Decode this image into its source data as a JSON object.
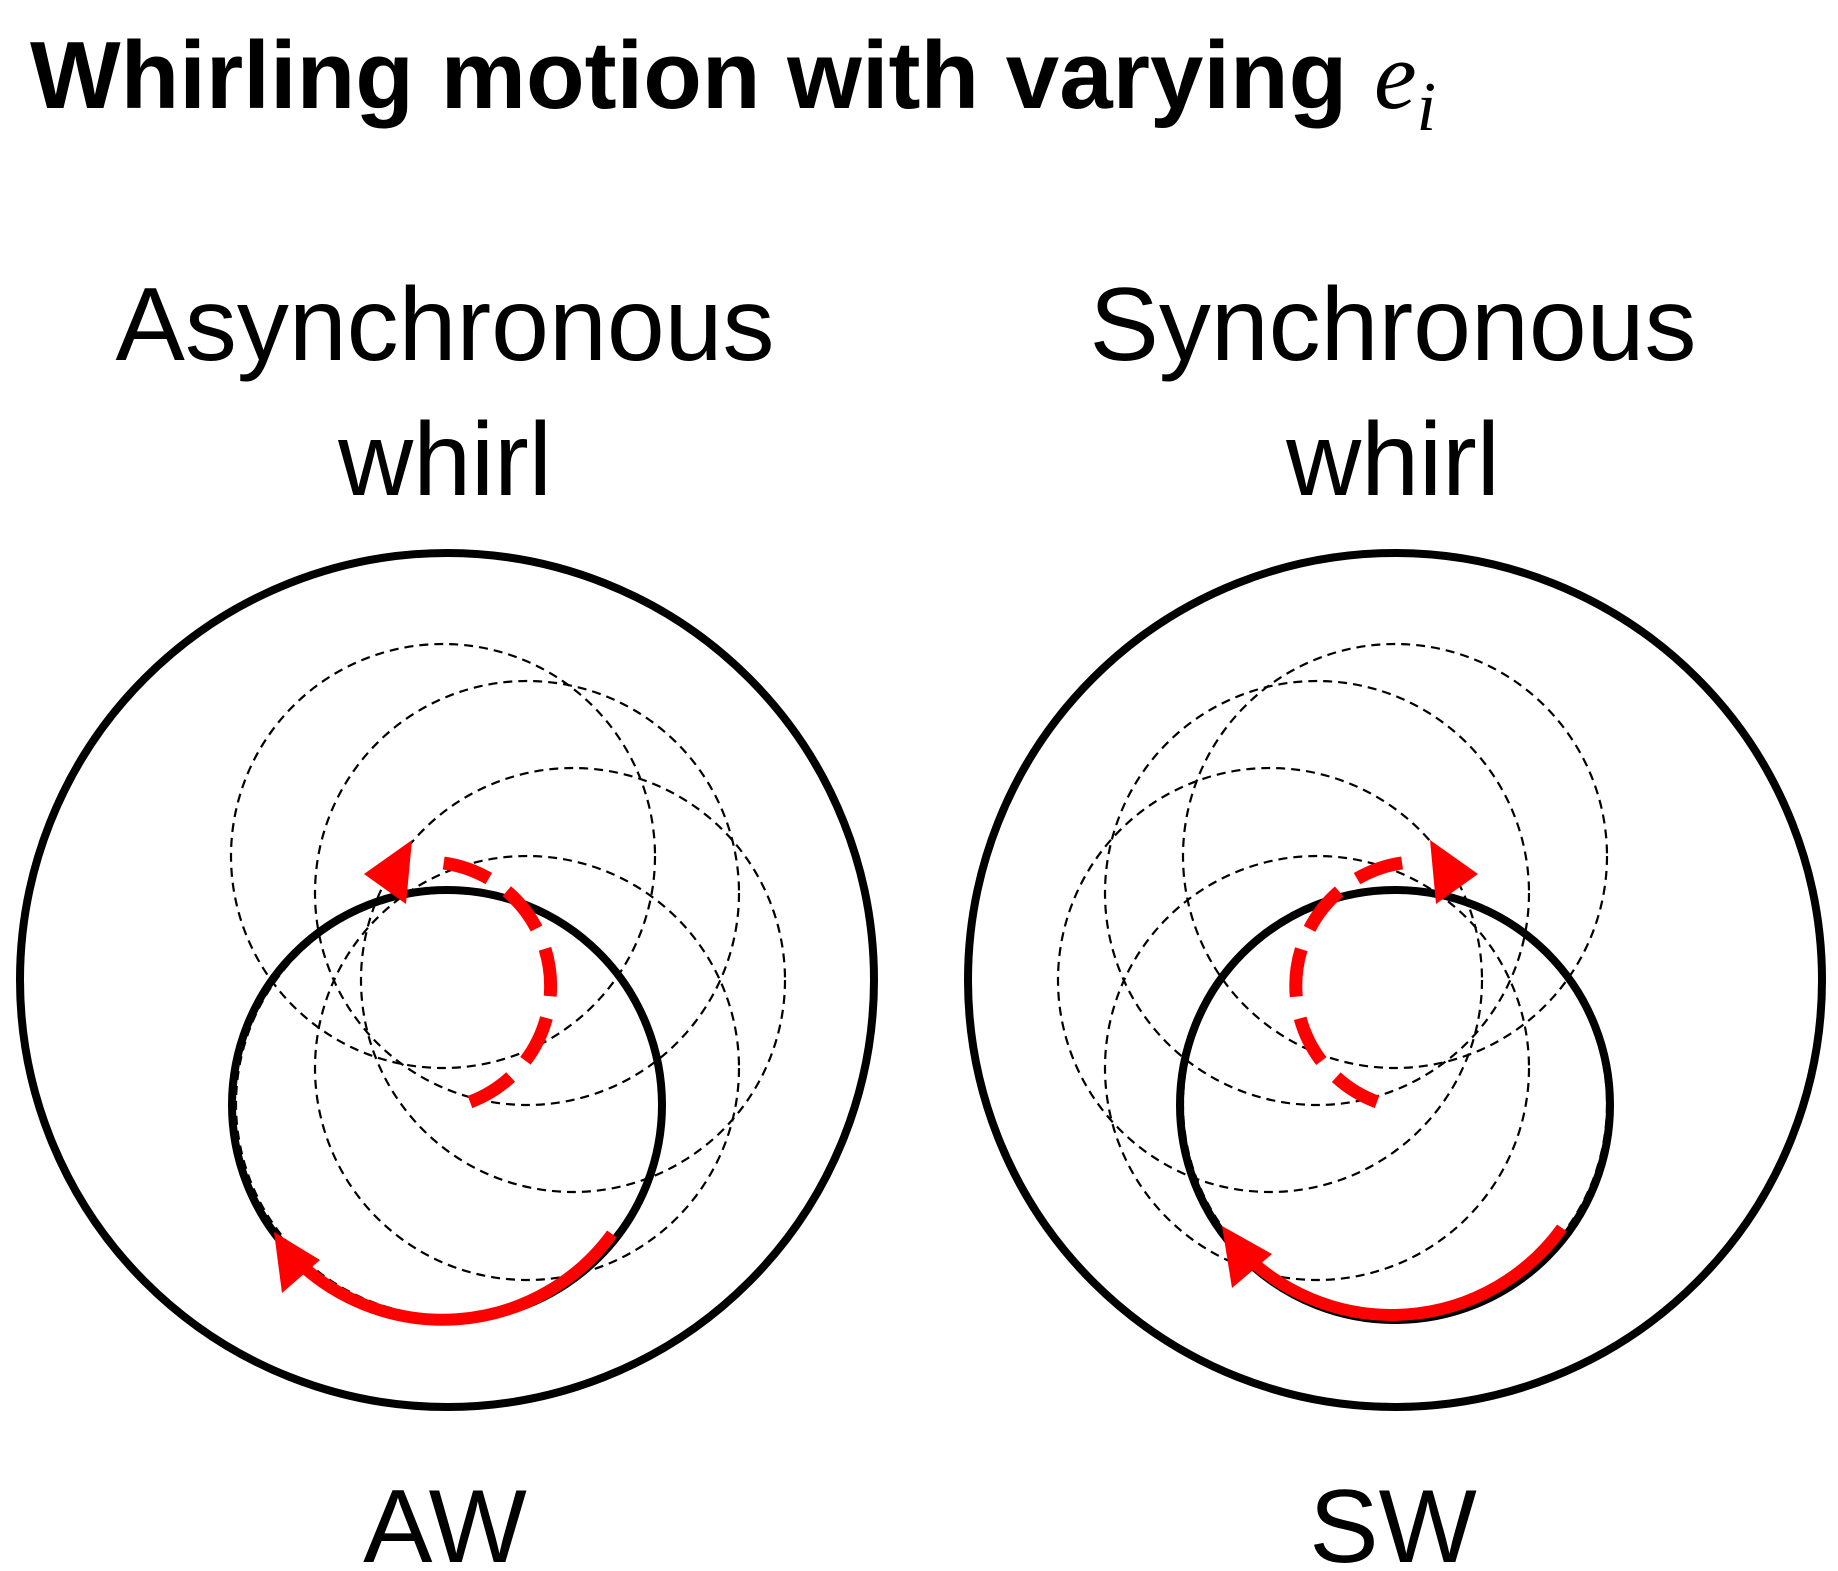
{
  "title": {
    "text": "Whirling motion with varying ",
    "symbol_base": "e",
    "symbol_subscript": "i"
  },
  "panels": [
    {
      "id": "aw",
      "heading_line1": "Asynchronous",
      "heading_line2": "whirl",
      "code": "AW",
      "direction": "counterclockwise"
    },
    {
      "id": "sw",
      "heading_line1": "Synchronous",
      "heading_line2": "whirl",
      "code": "SW",
      "direction": "clockwise"
    }
  ],
  "colors": {
    "outline": "#000000",
    "dashed_orbit": "#000000",
    "whirl_arrow": "#ff0000",
    "background": "#ffffff"
  },
  "icons": {
    "whirl_arrow": "curved-arrow-icon",
    "orbit_trace": "dashed-circle"
  }
}
